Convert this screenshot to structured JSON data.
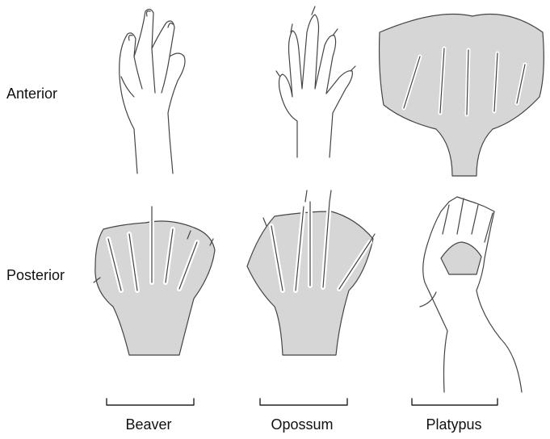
{
  "rows": [
    "Anterior",
    "Posterior"
  ],
  "columns": [
    "Beaver",
    "Opossum",
    "Platypus"
  ],
  "colors": {
    "line": "#444444",
    "web": "#d6d6d6",
    "paper": "#ffffff"
  }
}
